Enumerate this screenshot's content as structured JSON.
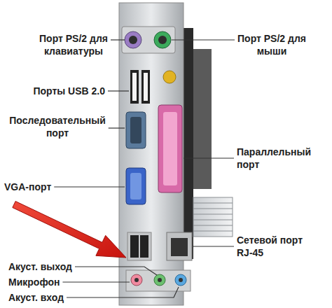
{
  "diagram": {
    "labels": [
      "Порт PS/2 для клавиатуры",
      "Порт PS/2 для мыши",
      "Порты USB 2.0",
      "Последовательный порт",
      "Параллельный порт",
      "VGA-порт",
      "Сетевой порт RJ-45",
      "Акуст. выход",
      "Микрофон",
      "Акуст. вход"
    ]
  }
}
